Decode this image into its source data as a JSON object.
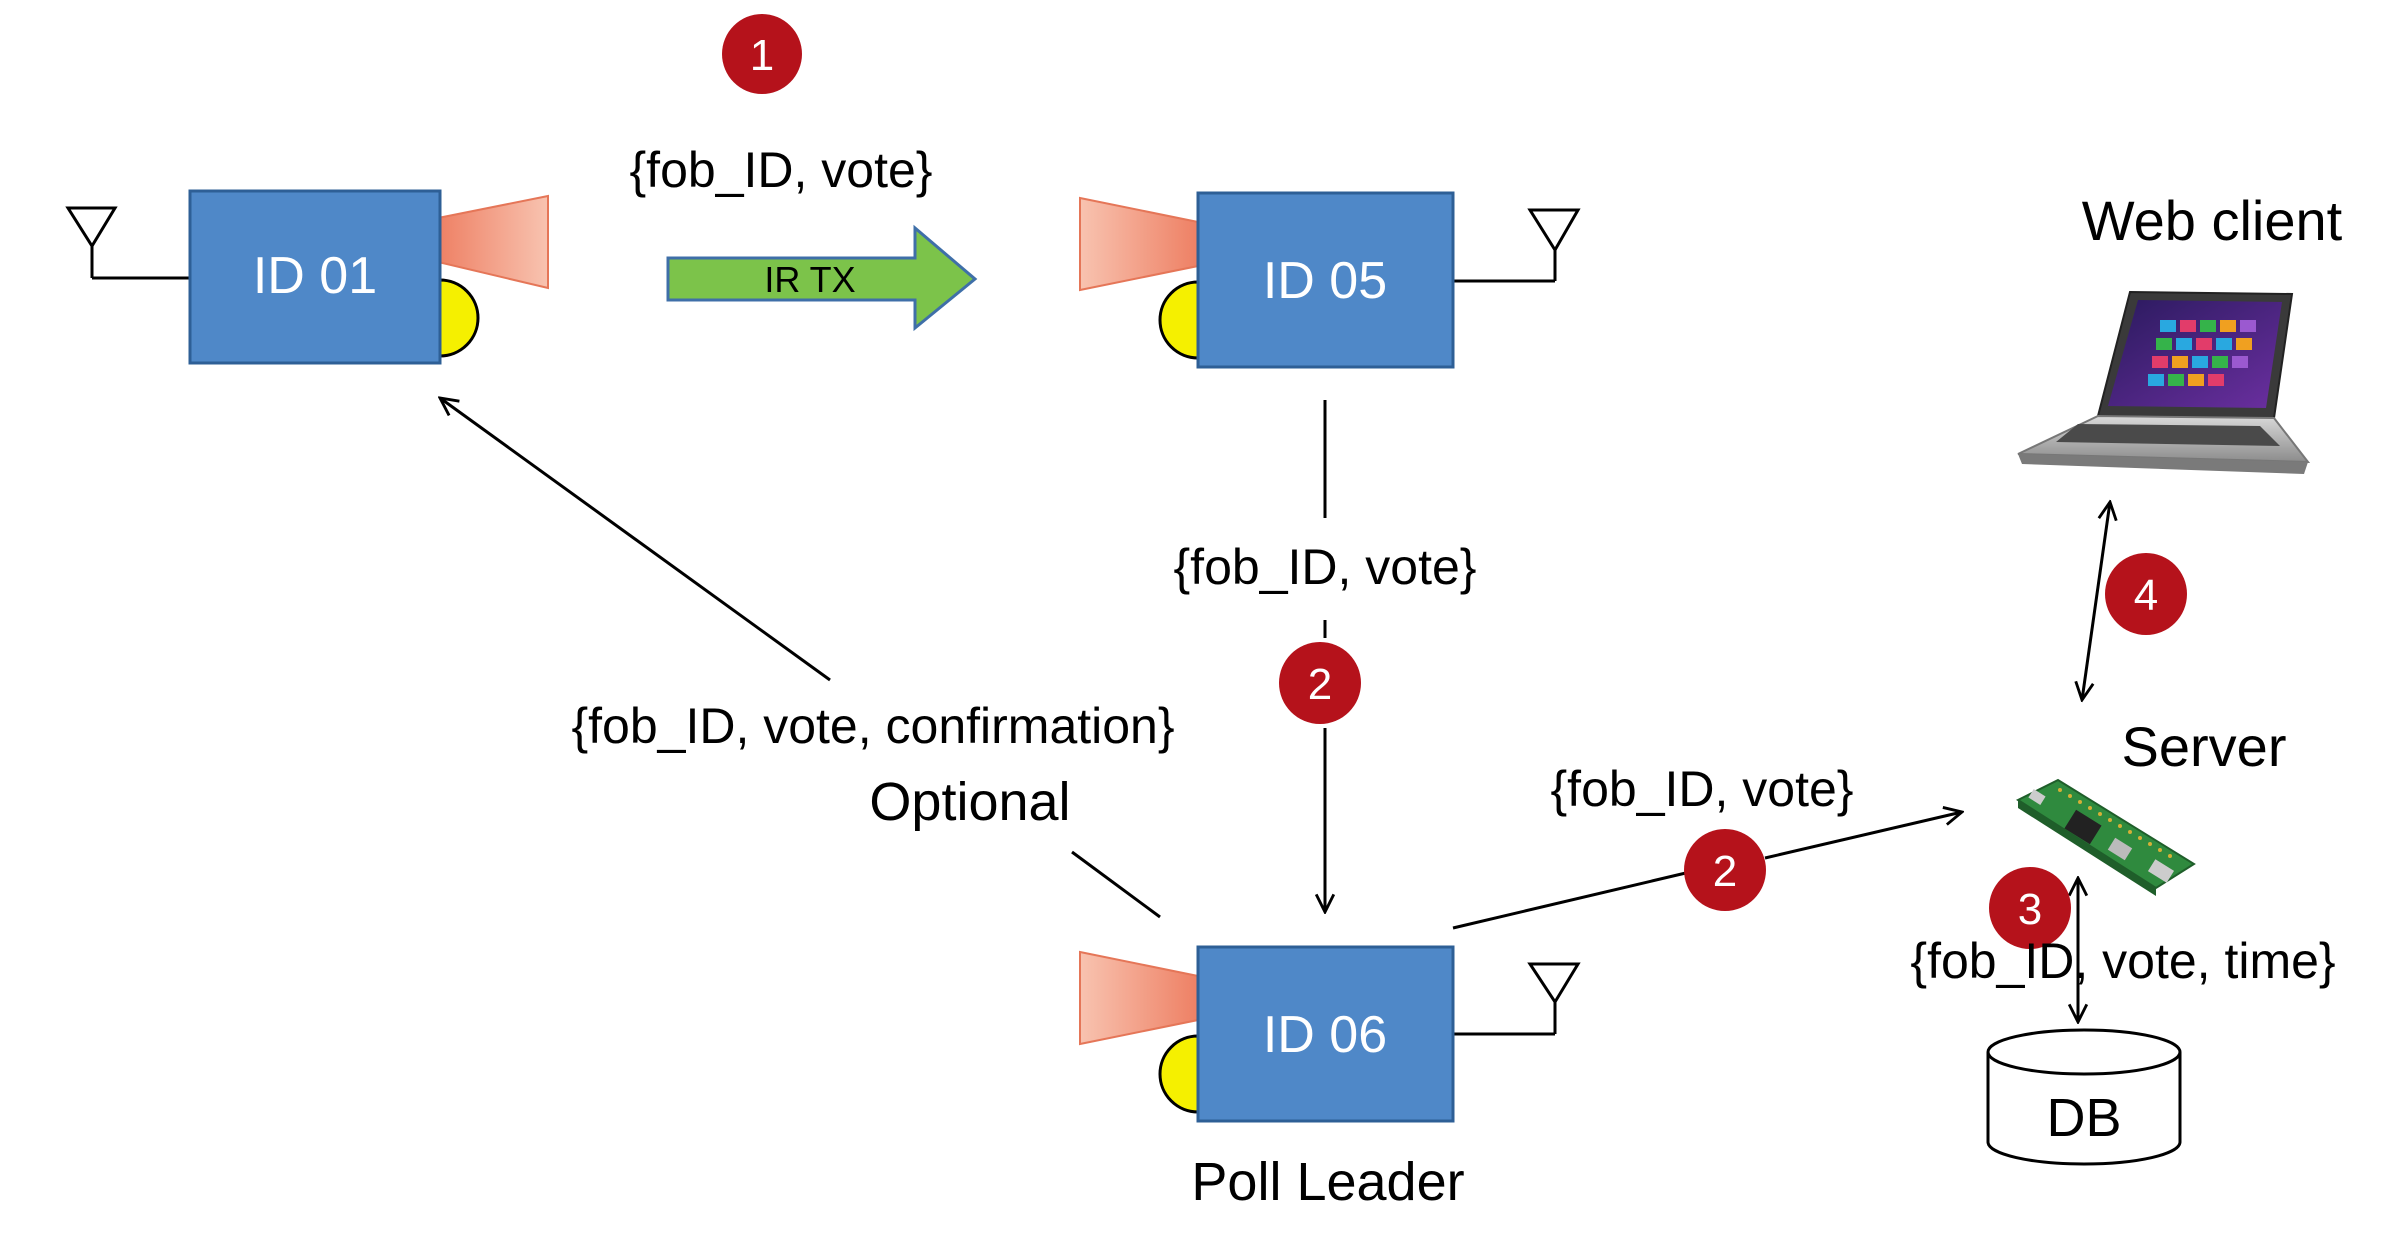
{
  "nodes": {
    "fob_01": {
      "label": "ID 01"
    },
    "fob_05": {
      "label": "ID 05"
    },
    "fob_06": {
      "label": "ID 06",
      "caption": "Poll Leader"
    },
    "web_client": {
      "caption": "Web client"
    },
    "server": {
      "caption": "Server"
    },
    "database": {
      "label": "DB"
    }
  },
  "ir_arrow": {
    "label": "IR TX"
  },
  "messages": {
    "ir_payload": "{fob_ID, vote}",
    "to_leader": "{fob_ID, vote}",
    "confirmation": "{fob_ID, vote, confirmation}",
    "optional": "Optional",
    "to_server": "{fob_ID, vote}",
    "to_db": "{fob_ID, vote, time}"
  },
  "steps": {
    "s1": "1",
    "s2a": "2",
    "s2b": "2",
    "s3": "3",
    "s4": "4"
  },
  "colors": {
    "fob_fill": "#4f88c8",
    "fob_stroke": "#2e5f96",
    "ir_emitter": "#f0896a",
    "ir_receiver": "#f5f000",
    "ir_arrow_fill": "#7cc34a",
    "ir_arrow_stroke": "#3f6fa8",
    "step_badge": "#b5121b",
    "line": "#000000"
  },
  "icons": {
    "antenna": "antenna-icon",
    "laptop": "laptop-icon",
    "board": "raspberry-pi-board-icon",
    "database": "database-cylinder-icon"
  }
}
